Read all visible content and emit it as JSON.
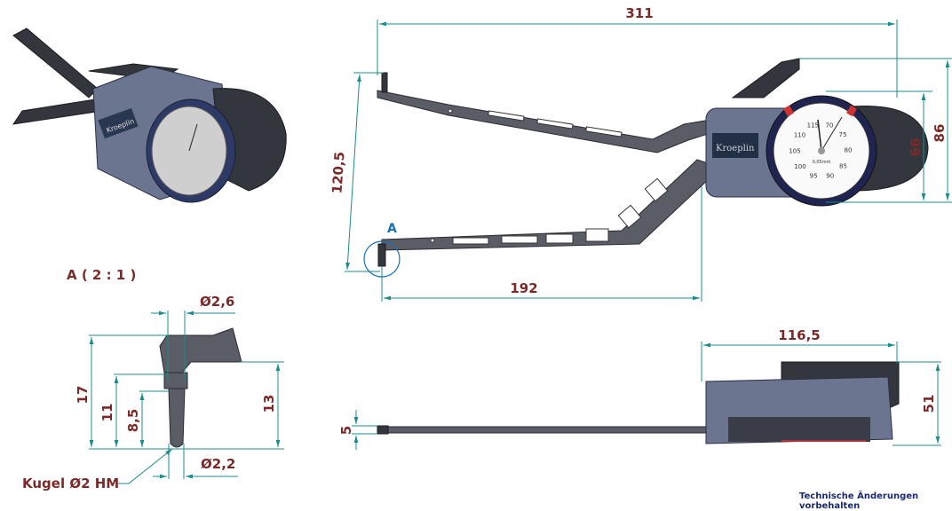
{
  "dimensions": {
    "overall_length": "311",
    "jaw_opening": "120,5",
    "arm_length": "192",
    "dial_inner": "66",
    "dial_outer": "86",
    "body_length": "116,5",
    "height": "51",
    "bar_thickness": "5"
  },
  "detail": {
    "marker": "A",
    "title": "A ( 2 : 1 )",
    "dia_top": "Ø2,6",
    "dia_bottom": "Ø2,2",
    "h17": "17",
    "h11": "11",
    "h8_5": "8,5",
    "h13": "13",
    "ball_note": "Kugel Ø2 HM"
  },
  "brand": "Kroeplin",
  "dial": {
    "unit": "0,05mm",
    "numbers": [
      "70",
      "75",
      "80",
      "85",
      "90",
      "95",
      "100",
      "105",
      "110",
      "115"
    ]
  },
  "footer": "Technische Änderungen vorbehalten",
  "colors": {
    "dimension_text": "#7b2a2a",
    "dimension_line": "#1b8c8c",
    "marker": "#1a6fb5",
    "footer": "#1a2a6c"
  }
}
